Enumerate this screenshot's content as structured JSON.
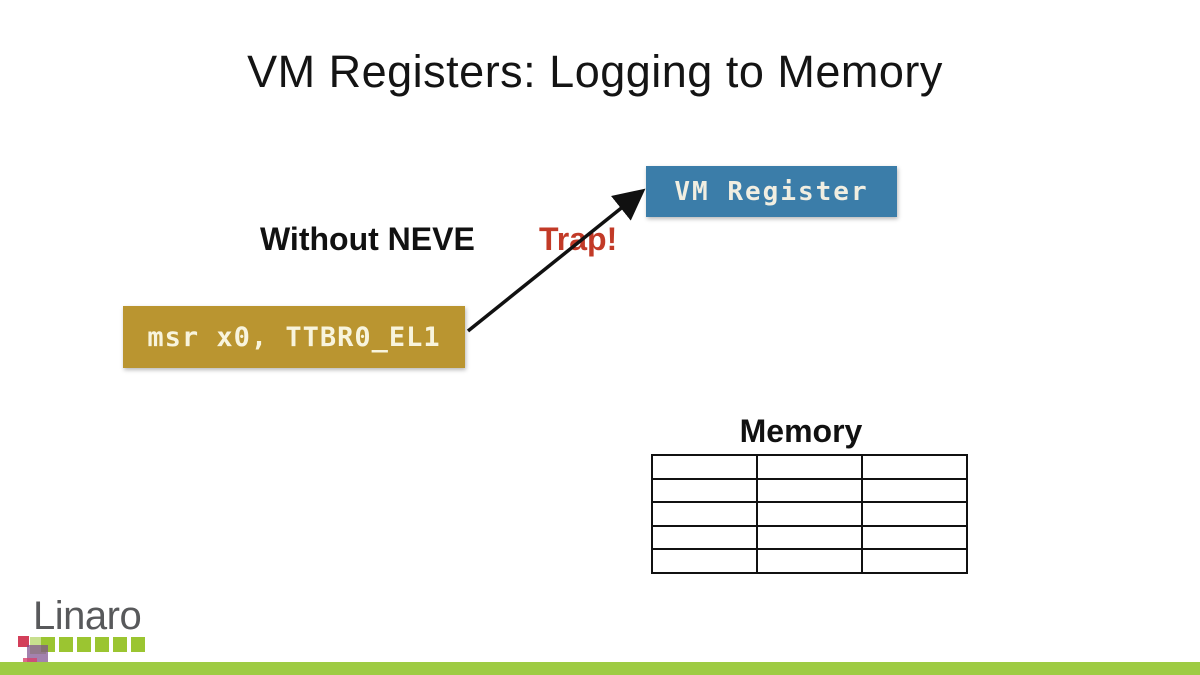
{
  "slide": {
    "title": "VM Registers: Logging to Memory",
    "labels": {
      "without_neve": "Without NEVE",
      "trap": "Trap!",
      "memory": "Memory"
    },
    "boxes": {
      "vm_register": "VM Register",
      "instruction": "msr x0, TTBR0_EL1"
    },
    "memory_table": {
      "rows": 5,
      "cols": 3,
      "cells_empty": true
    },
    "logo": {
      "text": "Linaro",
      "green_square_count": 6
    },
    "colors": {
      "vm_register_bg": "#3b7da9",
      "instruction_bg": "#ba9530",
      "trap_red": "#c23a27",
      "arrow_black": "#111111",
      "footer_green": "#9ecb43",
      "logo_green": "#9bc531",
      "logo_gray": "#58595b"
    }
  }
}
